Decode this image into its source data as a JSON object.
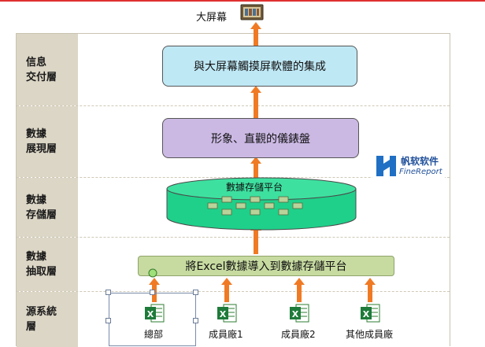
{
  "top": {
    "screen_label": "大屏幕",
    "screen_icon": "screen-icon"
  },
  "layers": [
    {
      "label": "信息\n交付層"
    },
    {
      "label": "數據\n展現層"
    },
    {
      "label": "數據\n存儲層"
    },
    {
      "label": "數據\n抽取層"
    },
    {
      "label": "源系統\n層"
    }
  ],
  "boxes": {
    "delivery": "與大屏幕觸摸屏軟體的集成",
    "presentation": "形象、直觀的儀錶盤",
    "storage": "數據存儲平台",
    "extraction": "將Excel數據導入到數據存儲平台"
  },
  "logo": {
    "name": "帆软软件",
    "sub": "FineReport"
  },
  "sources": [
    {
      "label": "總部",
      "icon": "excel-icon"
    },
    {
      "label": "成員廠1",
      "icon": "excel-icon"
    },
    {
      "label": "成員廠2",
      "icon": "excel-icon"
    },
    {
      "label": "其他成員廠",
      "icon": "excel-icon"
    }
  ],
  "colors": {
    "delivery": "#bfe8f5",
    "presentation": "#cbb9e4",
    "storage": "#1fd08a",
    "extraction": "#c7dba1",
    "arrow": "#f07a24",
    "layer_label_bg": "#dcd6c6"
  }
}
